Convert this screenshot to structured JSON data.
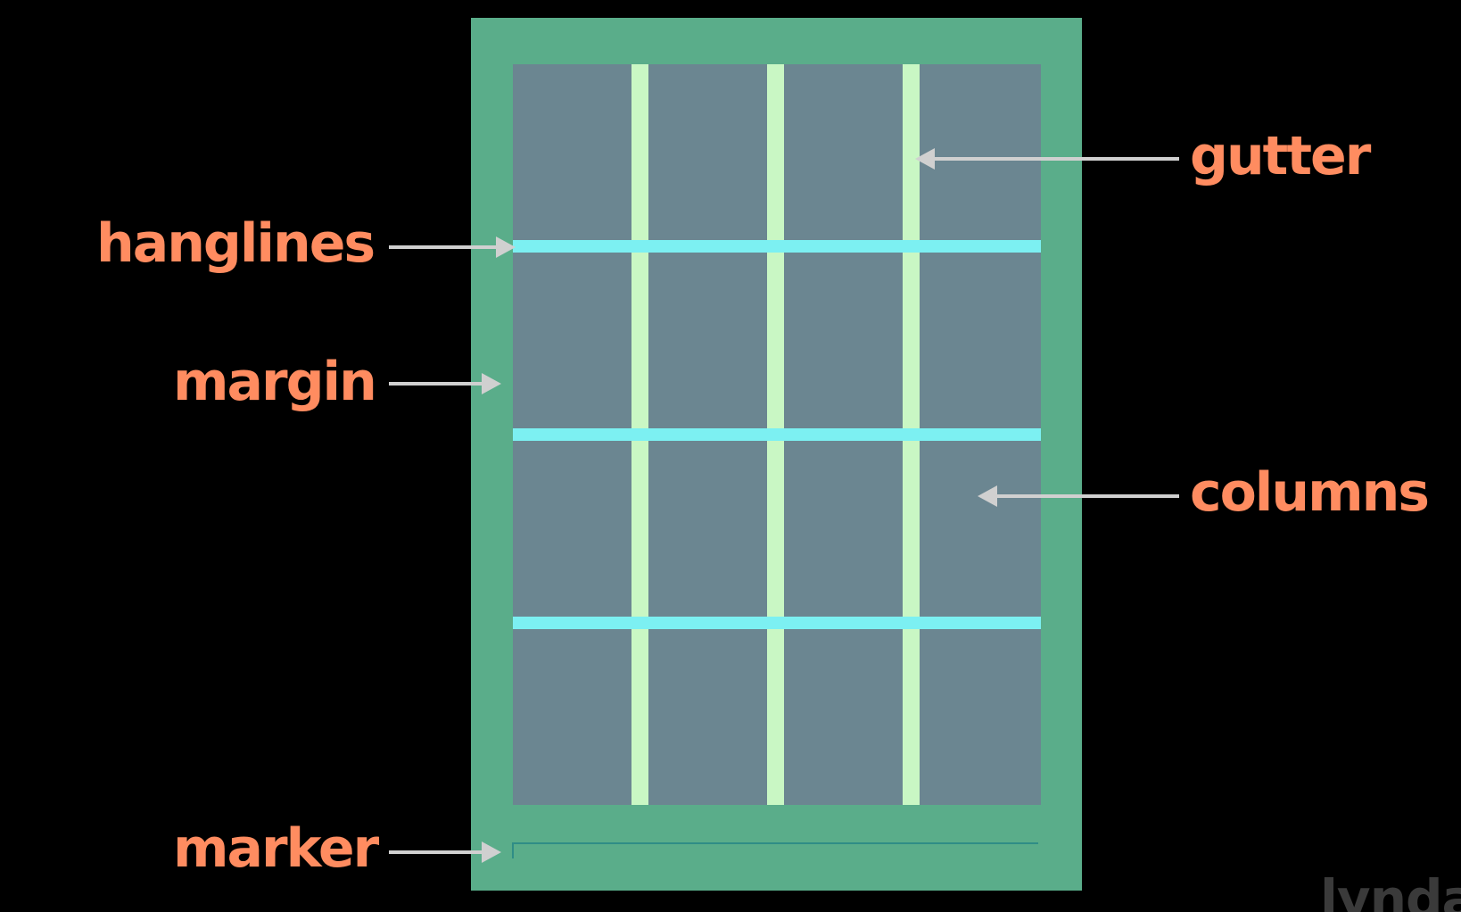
{
  "labels": {
    "gutter": "gutter",
    "hanglines": "hanglines",
    "margin": "margin",
    "columns": "columns",
    "marker": "marker"
  },
  "watermark": "lynda",
  "colors": {
    "background": "#000000",
    "page_margin": "#5aad8a",
    "columns": "#6b8691",
    "gutters": "#c9f7c4",
    "hanglines": "#7cf0f2",
    "marker": "#2f8d86",
    "label_text": "#ff8c60",
    "arrows": "#d0d0d0"
  }
}
